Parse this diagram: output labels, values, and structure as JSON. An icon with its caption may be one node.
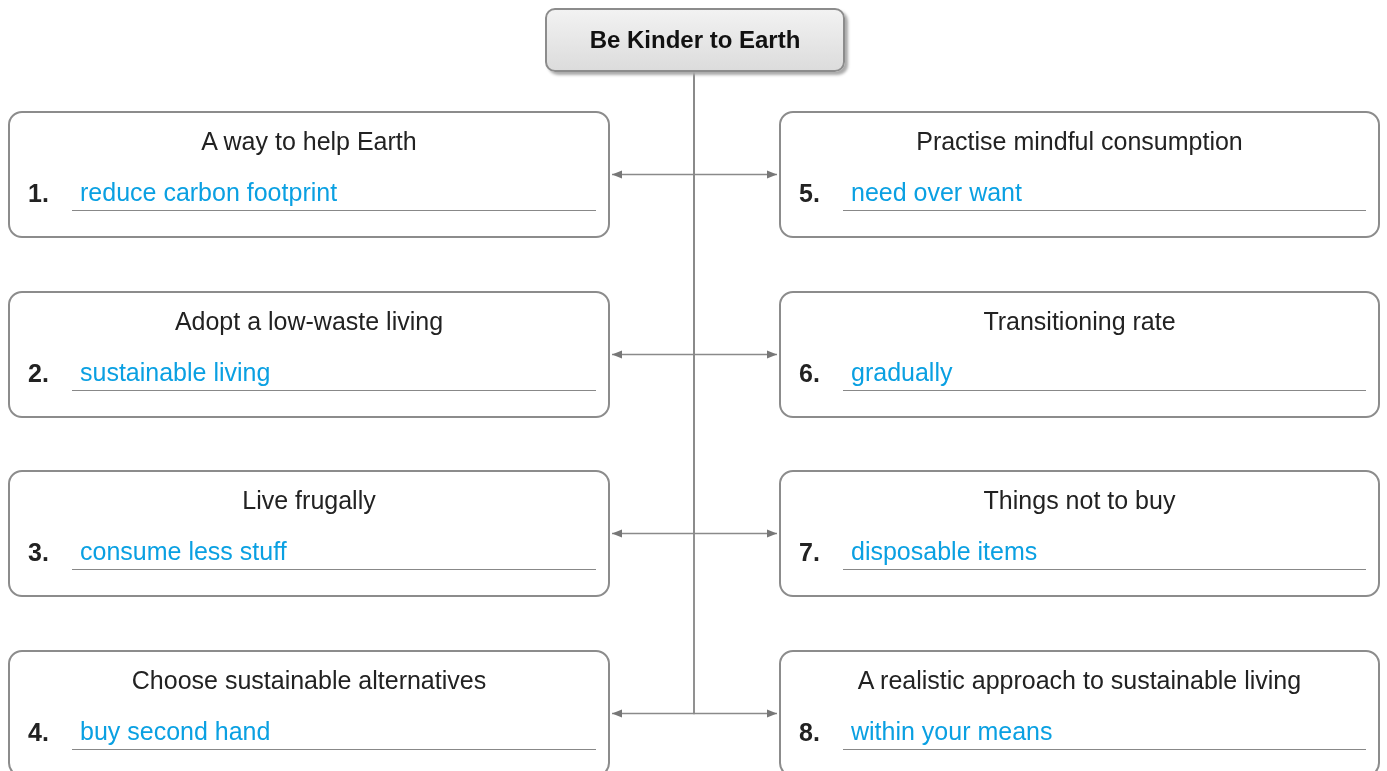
{
  "diagram": {
    "nodes": [
      {
        "text": [
          "Be Kinder to Earth"
        ]
      },
      {
        "text": [
          "A way to help Earth",
          "1.",
          "reduce carbon footprint"
        ]
      },
      {
        "text": [
          "Adopt a low-waste living",
          "2.",
          "sustainable living"
        ]
      },
      {
        "text": [
          "Live frugally",
          "3.",
          "consume less stuff"
        ]
      },
      {
        "text": [
          "Choose sustainable alternatives",
          "4.",
          "buy second hand"
        ]
      },
      {
        "text": [
          "Practise mindful consumption",
          "5.",
          "need over want"
        ]
      },
      {
        "text": [
          "Transitioning rate",
          "6.",
          "gradually"
        ]
      },
      {
        "text": [
          "Things not to buy",
          "7.",
          "disposable items"
        ]
      },
      {
        "text": [
          "A realistic approach to sustainable living",
          "8.",
          "within your means"
        ]
      }
    ],
    "edges": [
      {
        "from": 0,
        "to": 1,
        "arrow": "to"
      },
      {
        "from": 0,
        "to": 2,
        "arrow": "to"
      },
      {
        "from": 0,
        "to": 3,
        "arrow": "to"
      },
      {
        "from": 0,
        "to": 4,
        "arrow": "to"
      },
      {
        "from": 0,
        "to": 5,
        "arrow": "to"
      },
      {
        "from": 0,
        "to": 6,
        "arrow": "to"
      },
      {
        "from": 0,
        "to": 7,
        "arrow": "to"
      },
      {
        "from": 0,
        "to": 8,
        "arrow": "to"
      }
    ]
  }
}
